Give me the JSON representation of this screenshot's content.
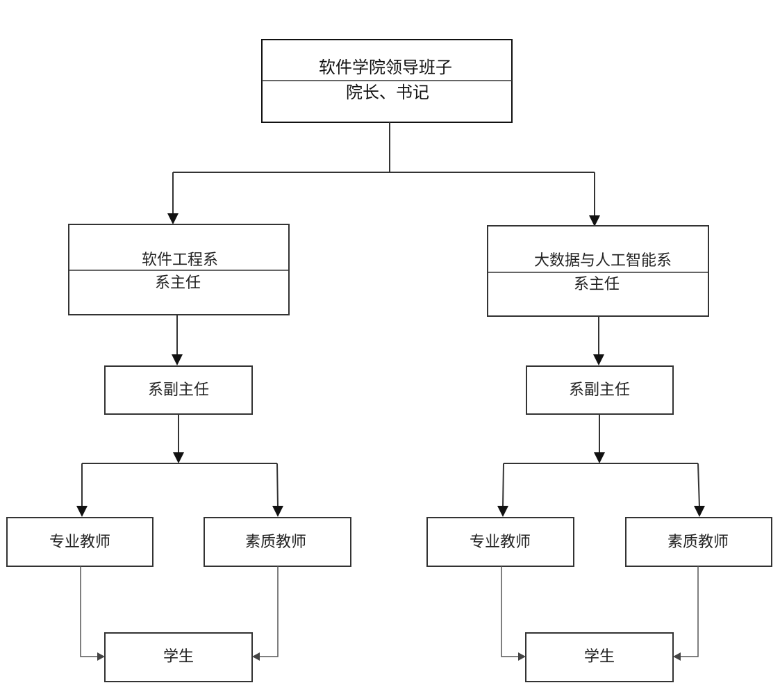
{
  "leadership": {
    "name": "软件学院领导班子",
    "role": "院长、书记"
  },
  "departments": [
    {
      "name": "软件工程系",
      "head": "系主任",
      "deputy": "系副主任",
      "teachers": [
        "专业教师",
        "素质教师"
      ],
      "students": "学生"
    },
    {
      "name": "大数据与人工智能系",
      "head": "系主任",
      "deputy": "系副主任",
      "teachers": [
        "专业教师",
        "素质教师"
      ],
      "students": "学生"
    }
  ]
}
